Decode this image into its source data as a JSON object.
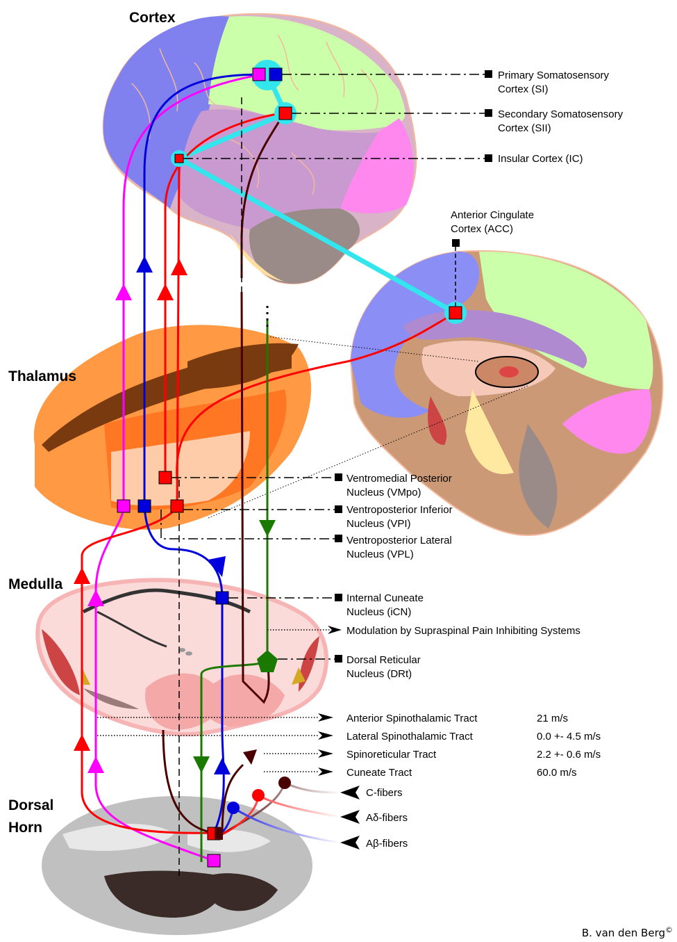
{
  "regions": {
    "cortex": "Cortex",
    "thalamus": "Thalamus",
    "medulla": "Medulla",
    "dorsal_horn_line1": "Dorsal",
    "dorsal_horn_line2": "Horn"
  },
  "cortical_labels": {
    "si": [
      "Primary Somatosensory",
      "Cortex (SI)"
    ],
    "sii": [
      "Secondary Somatosensory",
      "Cortex (SII)"
    ],
    "ic": [
      "Insular Cortex (IC)"
    ],
    "acc": [
      "Anterior Cingulate",
      "Cortex (ACC)"
    ]
  },
  "nuclei_labels": {
    "vmpo": [
      "Ventromedial Posterior",
      "Nucleus (VMpo)"
    ],
    "vpi": [
      "Ventroposterior Inferior",
      "Nucleus (VPI)"
    ],
    "vpl": [
      "Ventroposterior Lateral",
      "Nucleus (VPL)"
    ],
    "icn": [
      "Internal Cuneate",
      "Nucleus (iCN)"
    ],
    "modulation": "Modulation by Supraspinal Pain Inhibiting Systems",
    "drt": [
      "Dorsal Reticular",
      "Nucleus (DRt)"
    ]
  },
  "tracts": [
    {
      "name": "Anterior Spinothalamic Tract",
      "speed": "21 m/s"
    },
    {
      "name": "Lateral Spinothalamic Tract",
      "speed": "0.0 +- 4.5 m/s"
    },
    {
      "name": "Spinoreticular Tract",
      "speed": "2.2 +- 0.6 m/s"
    },
    {
      "name": "Cuneate Tract",
      "speed": "60.0 m/s"
    }
  ],
  "fibers": [
    "C-fibers",
    "Aδ-fibers",
    "Aβ-fibers"
  ],
  "credit": "B. van den Berg",
  "credit_mark": "©",
  "colors": {
    "anterior_spinothalamic": "#ff00ff",
    "lateral_spinothalamic": "#ff0000",
    "cuneate": "#0000dd",
    "spinoreticular": "#1a7a00",
    "c_fiber": "#4a0000",
    "cortex_highlight": "#33e6ee"
  }
}
